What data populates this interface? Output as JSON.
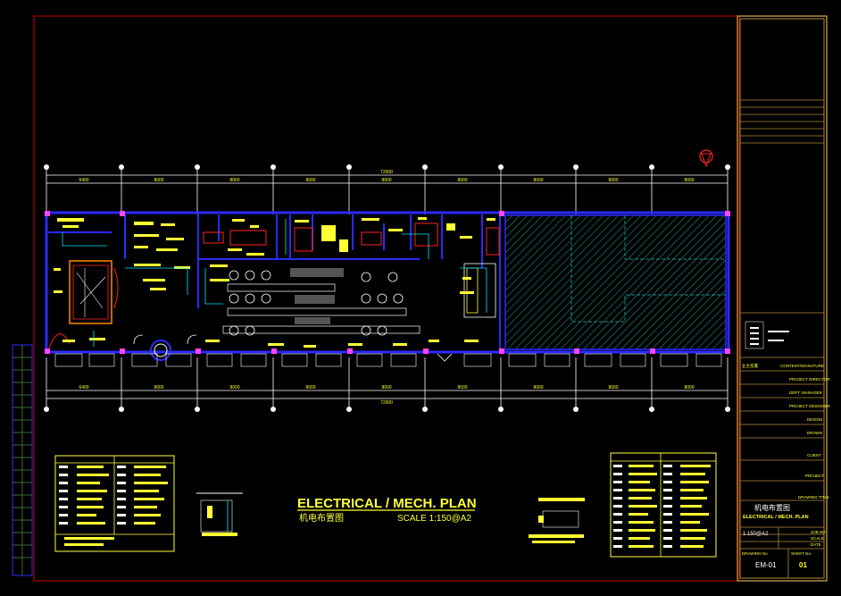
{
  "plan": {
    "title": "ELECTRICAL / MECH. PLAN",
    "subtitle_cn": "机电布置图",
    "scale": "SCALE  1:150@A2"
  },
  "dimensions": {
    "overall": "72000",
    "top_segments": [
      "6400",
      "8000",
      "8000",
      "8000",
      "8000",
      "8000",
      "8000",
      "8000",
      "8000"
    ],
    "bottom_segments": [
      "6400",
      "8000",
      "8000",
      "8000",
      "8000",
      "8000",
      "8000",
      "8000",
      "8000"
    ]
  },
  "titleblock": {
    "owner": "业主签署",
    "owner_signature": "CONTENT/SIGNATURE",
    "project_director": "PROJECT DIRECTOR",
    "dept_manager": "DEPT. MANAGER",
    "project_designer": "PROJECT DESIGNER",
    "design": "DESIGN",
    "drawn": "DRAWN",
    "client": "CLIENT",
    "project": "PROJECT",
    "drawing_title_label": "DRAWING TITLE",
    "drawing_title_cn": "机电布置图",
    "drawing_title_en": "ELECTRICAL / MECH. PLAN",
    "scale": "1:150@A2",
    "job_no_label": "JOB NO",
    "scale_label": "SCALE",
    "date_label": "DATE",
    "drawing_no_label": "DRAWING No.",
    "sheet_label": "SHEET No.",
    "drawing_no": "EM-01",
    "sheet_no": "01"
  },
  "colors": {
    "frame": "#cc0000",
    "wall": "#2a2aff",
    "detail": "#ffff33",
    "dim": "#ffffff",
    "hatch": "#1d8f86",
    "accent": "#ff44ff",
    "cyan": "#00e5ff"
  },
  "icons": {
    "north": "north-arrow-icon"
  }
}
